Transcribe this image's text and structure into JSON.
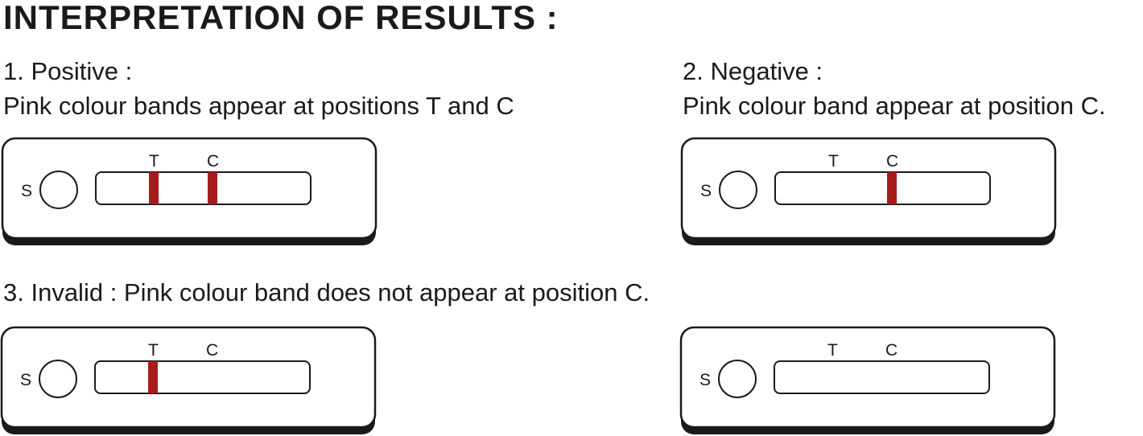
{
  "title": "INTERPRETATION OF RESULTS :",
  "band_color": "#a61c1c",
  "sections": {
    "positive": {
      "heading": "1. Positive :",
      "description": "Pink colour bands appear at positions T and C"
    },
    "negative": {
      "heading": "2. Negative :",
      "description": "Pink colour band appear at position C."
    },
    "invalid": {
      "heading": "3. Invalid : Pink colour band does not appear at position C."
    }
  },
  "devices": [
    {
      "sample_label": "S",
      "t_label": "T",
      "c_label": "C",
      "t_band": true,
      "c_band": true
    },
    {
      "sample_label": "S",
      "t_label": "T",
      "c_label": "C",
      "t_band": false,
      "c_band": true
    },
    {
      "sample_label": "S",
      "t_label": "T",
      "c_label": "C",
      "t_band": true,
      "c_band": false
    },
    {
      "sample_label": "S",
      "t_label": "T",
      "c_label": "C",
      "t_band": false,
      "c_band": false
    }
  ]
}
